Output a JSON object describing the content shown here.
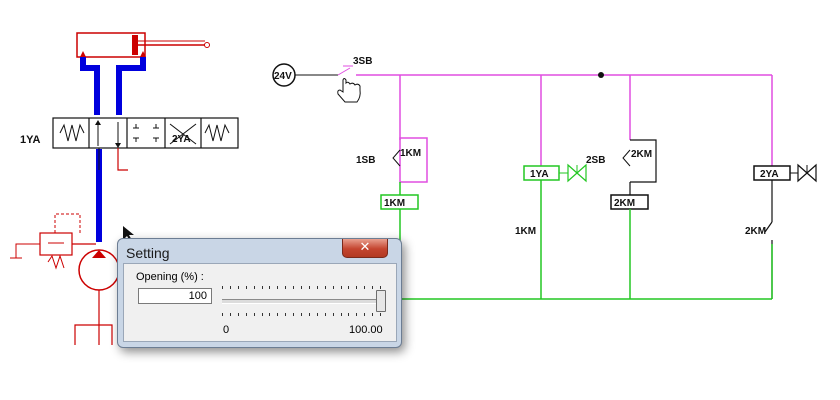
{
  "diagram": {
    "hydraulic_labels": {
      "valve_left": "1YA",
      "valve_right": "2YA"
    },
    "electrical": {
      "supply": "24V",
      "start_switch": "3SB",
      "labels": {
        "sb1": "1SB",
        "km1_contact": "1KM",
        "km1_coil": "1KM",
        "ya1": "1YA",
        "km1_contact_b": "1KM",
        "sb2": "2SB",
        "km2_contact": "2KM",
        "km2_coil": "2KM",
        "ya2": "2YA",
        "km2_contact_b": "2KM"
      }
    },
    "colors": {
      "cylinder": "#cc0000",
      "hydraulic_line": "#0000dd",
      "power_rail": "#e04ee0",
      "return_rail": "#22c722",
      "contact": "#111111"
    }
  },
  "dialog": {
    "title": "Setting",
    "close_label": "✕",
    "opening_label": "Opening (%) :",
    "opening_value": "100",
    "slider": {
      "min_label": "0",
      "max_label": "100.00",
      "value": 100,
      "min": 0,
      "max": 100
    }
  }
}
